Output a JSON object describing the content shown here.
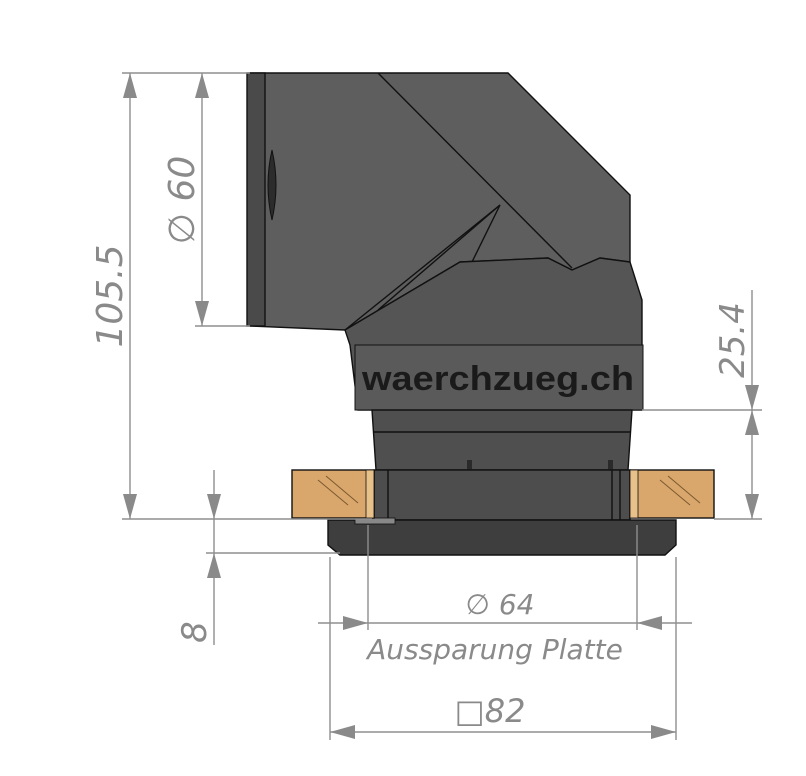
{
  "drawing": {
    "dimensions": {
      "overall_height": "105.5",
      "outlet_diameter": "∅ 60",
      "collar_height": "25.4",
      "plate_thickness": "8",
      "cutout_diameter": "∅ 64",
      "cutout_label": "Aussparung Platte",
      "flange_square": "□82"
    },
    "logo_text": "waerchzueg.ch"
  },
  "colors": {
    "part_body": "#5b5b5b",
    "part_dark": "#3a3a3a",
    "wood_plate": "#d9a66b",
    "dimension_lines": "#8f8f8f"
  }
}
